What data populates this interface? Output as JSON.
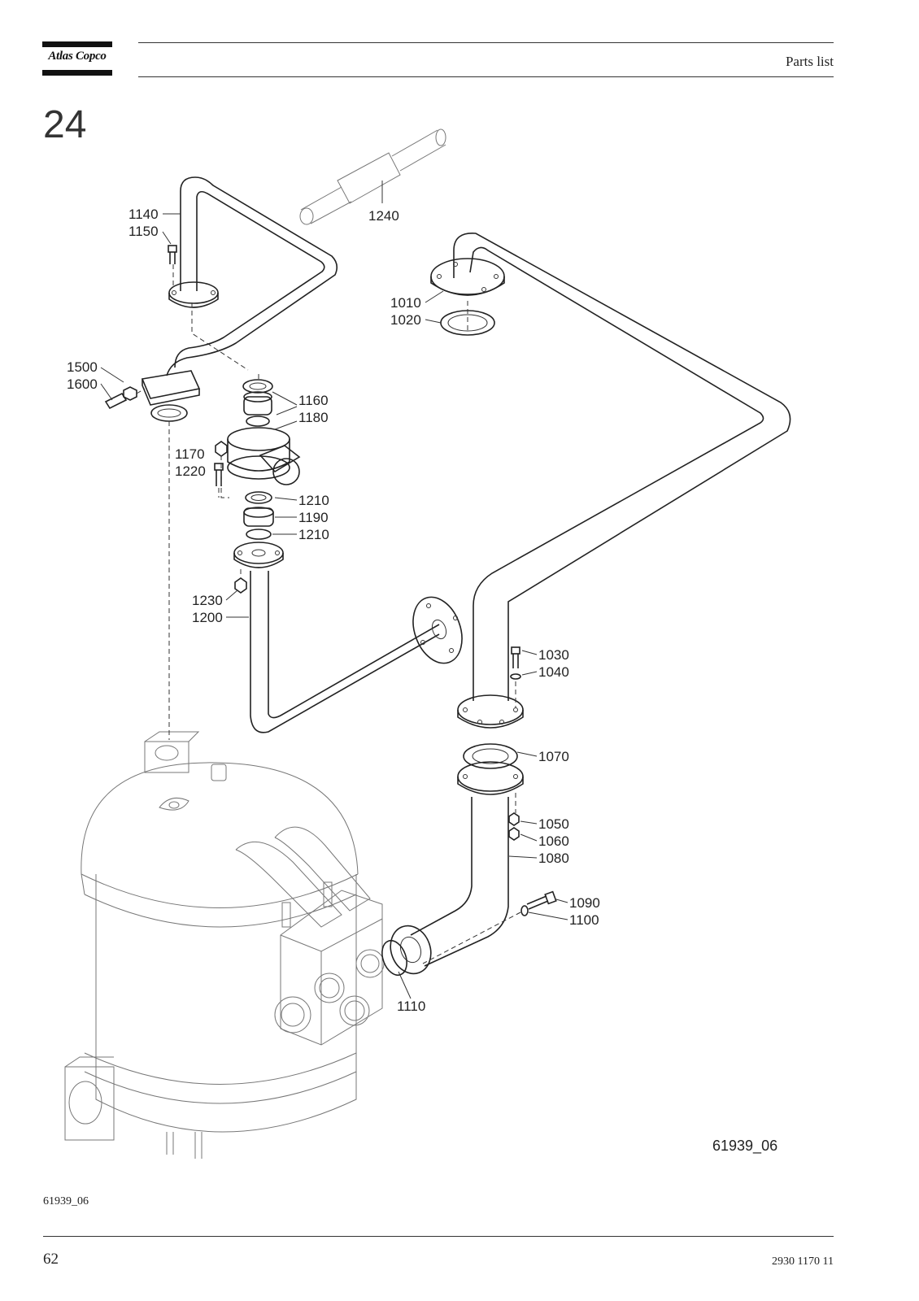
{
  "header": {
    "brand": "Atlas Copco",
    "section_title": "Parts list"
  },
  "chapter_number": "24",
  "figure": {
    "id_in_drawing": "61939_06",
    "callouts": [
      "1140",
      "1150",
      "1240",
      "1010",
      "1020",
      "1500",
      "1600",
      "1160",
      "1180",
      "1170",
      "1220",
      "1210",
      "1190",
      "1210",
      "1230",
      "1200",
      "1030",
      "1040",
      "1070",
      "1050",
      "1060",
      "1080",
      "1090",
      "1100",
      "1110"
    ]
  },
  "figure_ref_below": "61939_06",
  "footer": {
    "page_number": "62",
    "document_number": "2930 1170 11"
  }
}
